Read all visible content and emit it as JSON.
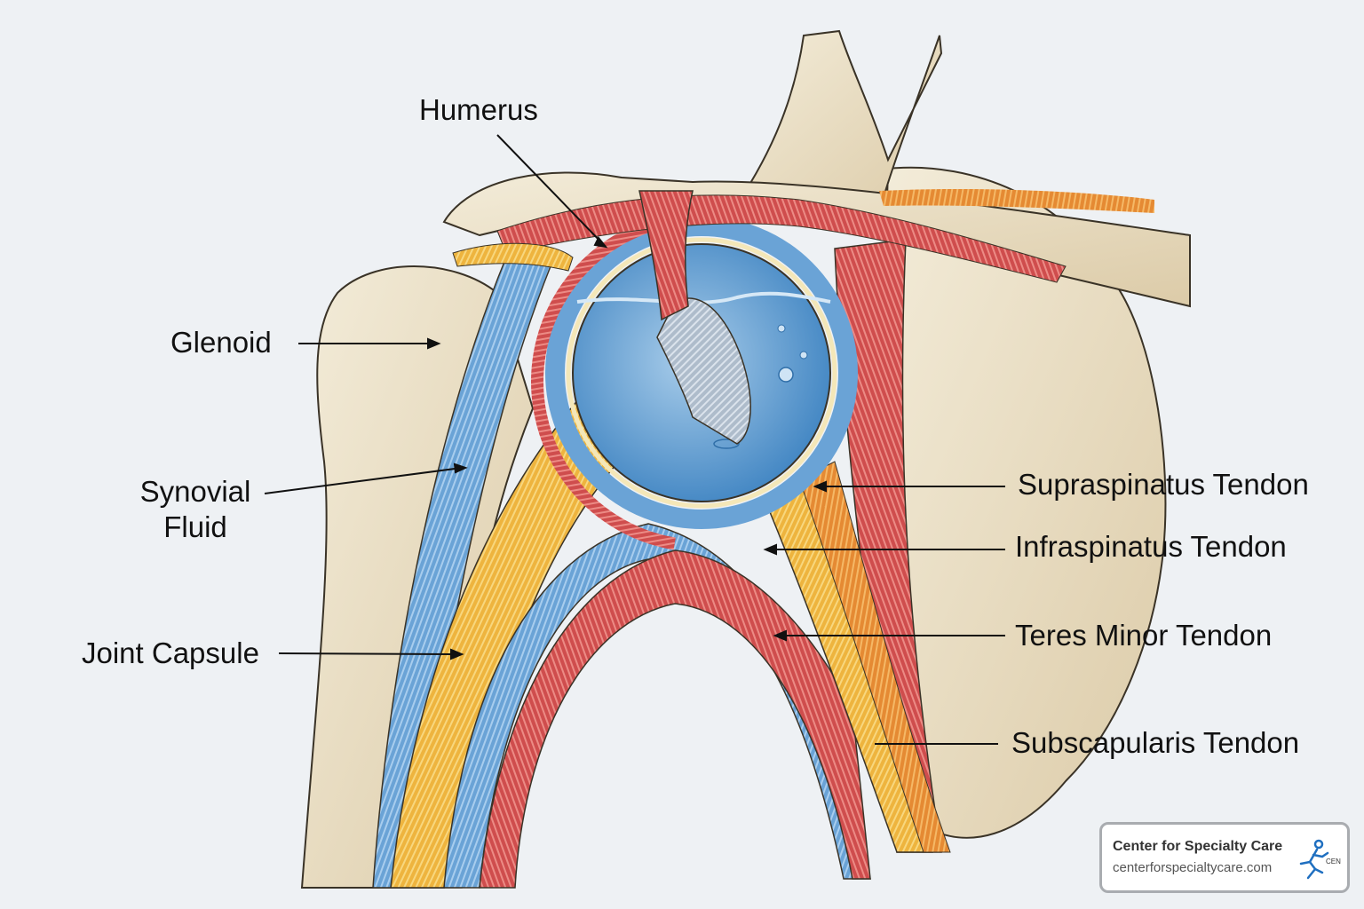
{
  "diagram": {
    "title": "Shoulder joint anatomy",
    "labels": {
      "humerus": "Humerus",
      "glenoid": "Glenoid",
      "synovial_line1": "Synovial",
      "synovial_line2": "Fluid",
      "joint_capsule": "Joint Capsule",
      "supraspinatus": "Supraspinatus Tendon",
      "infraspinatus": "Infraspinatus Tendon",
      "teres_minor": "Teres Minor Tendon",
      "subscapularis": "Subscapularis Tendon"
    },
    "colors": {
      "background": "#eef1f4",
      "bone": "#ece2cc",
      "bone_shadow": "#d8c8a6",
      "capsule_blue": "#6aa3d6",
      "fluid_blue": "#5d9cd0",
      "tendon_yellow": "#f2bf4a",
      "tendon_orange": "#e8963a",
      "muscle_red": "#d65a5a",
      "ligament_gray": "#b8c4d0",
      "outline": "#3a3327"
    }
  },
  "badge": {
    "title": "Center for Specialty Care",
    "url": "centerforspecialtycare.com",
    "logo_text": "CEN",
    "logo_color": "#1f6fc0"
  }
}
